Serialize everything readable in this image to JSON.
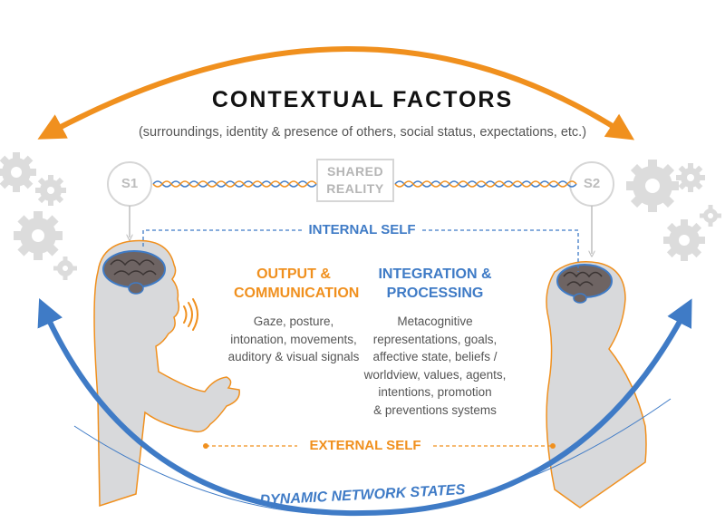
{
  "title": "CONTEXTUAL FACTORS",
  "subtitle": "(surroundings, identity & presence of others, social status, expectations, etc.)",
  "nodes": {
    "s1": "S1",
    "s2": "S2"
  },
  "shared_reality": {
    "line1": "SHARED",
    "line2": "REALITY"
  },
  "internal_self": "INTERNAL SELF",
  "external_self": "EXTERNAL SELF",
  "output": {
    "heading_line1": "OUTPUT &",
    "heading_line2": "COMMUNICATION",
    "body": [
      "Gaze, posture,",
      "intonation, movements,",
      "auditory & visual signals"
    ]
  },
  "integration": {
    "heading_line1": "INTEGRATION &",
    "heading_line2": "PROCESSING",
    "body": [
      "Metacognitive",
      "representations, goals,",
      "affective state, beliefs /",
      "worldview, values, agents,",
      "intentions, promotion",
      "& preventions systems"
    ]
  },
  "dynamic": "DYNAMIC NETWORK STATES",
  "colors": {
    "orange": "#f0901e",
    "blue": "#3f7bc6",
    "gray": "#d6d8da",
    "text": "#555555"
  },
  "icons": [
    "gears-left-icon",
    "gears-right-icon",
    "brain-left-icon",
    "brain-right-icon",
    "sound-waves-icon"
  ]
}
